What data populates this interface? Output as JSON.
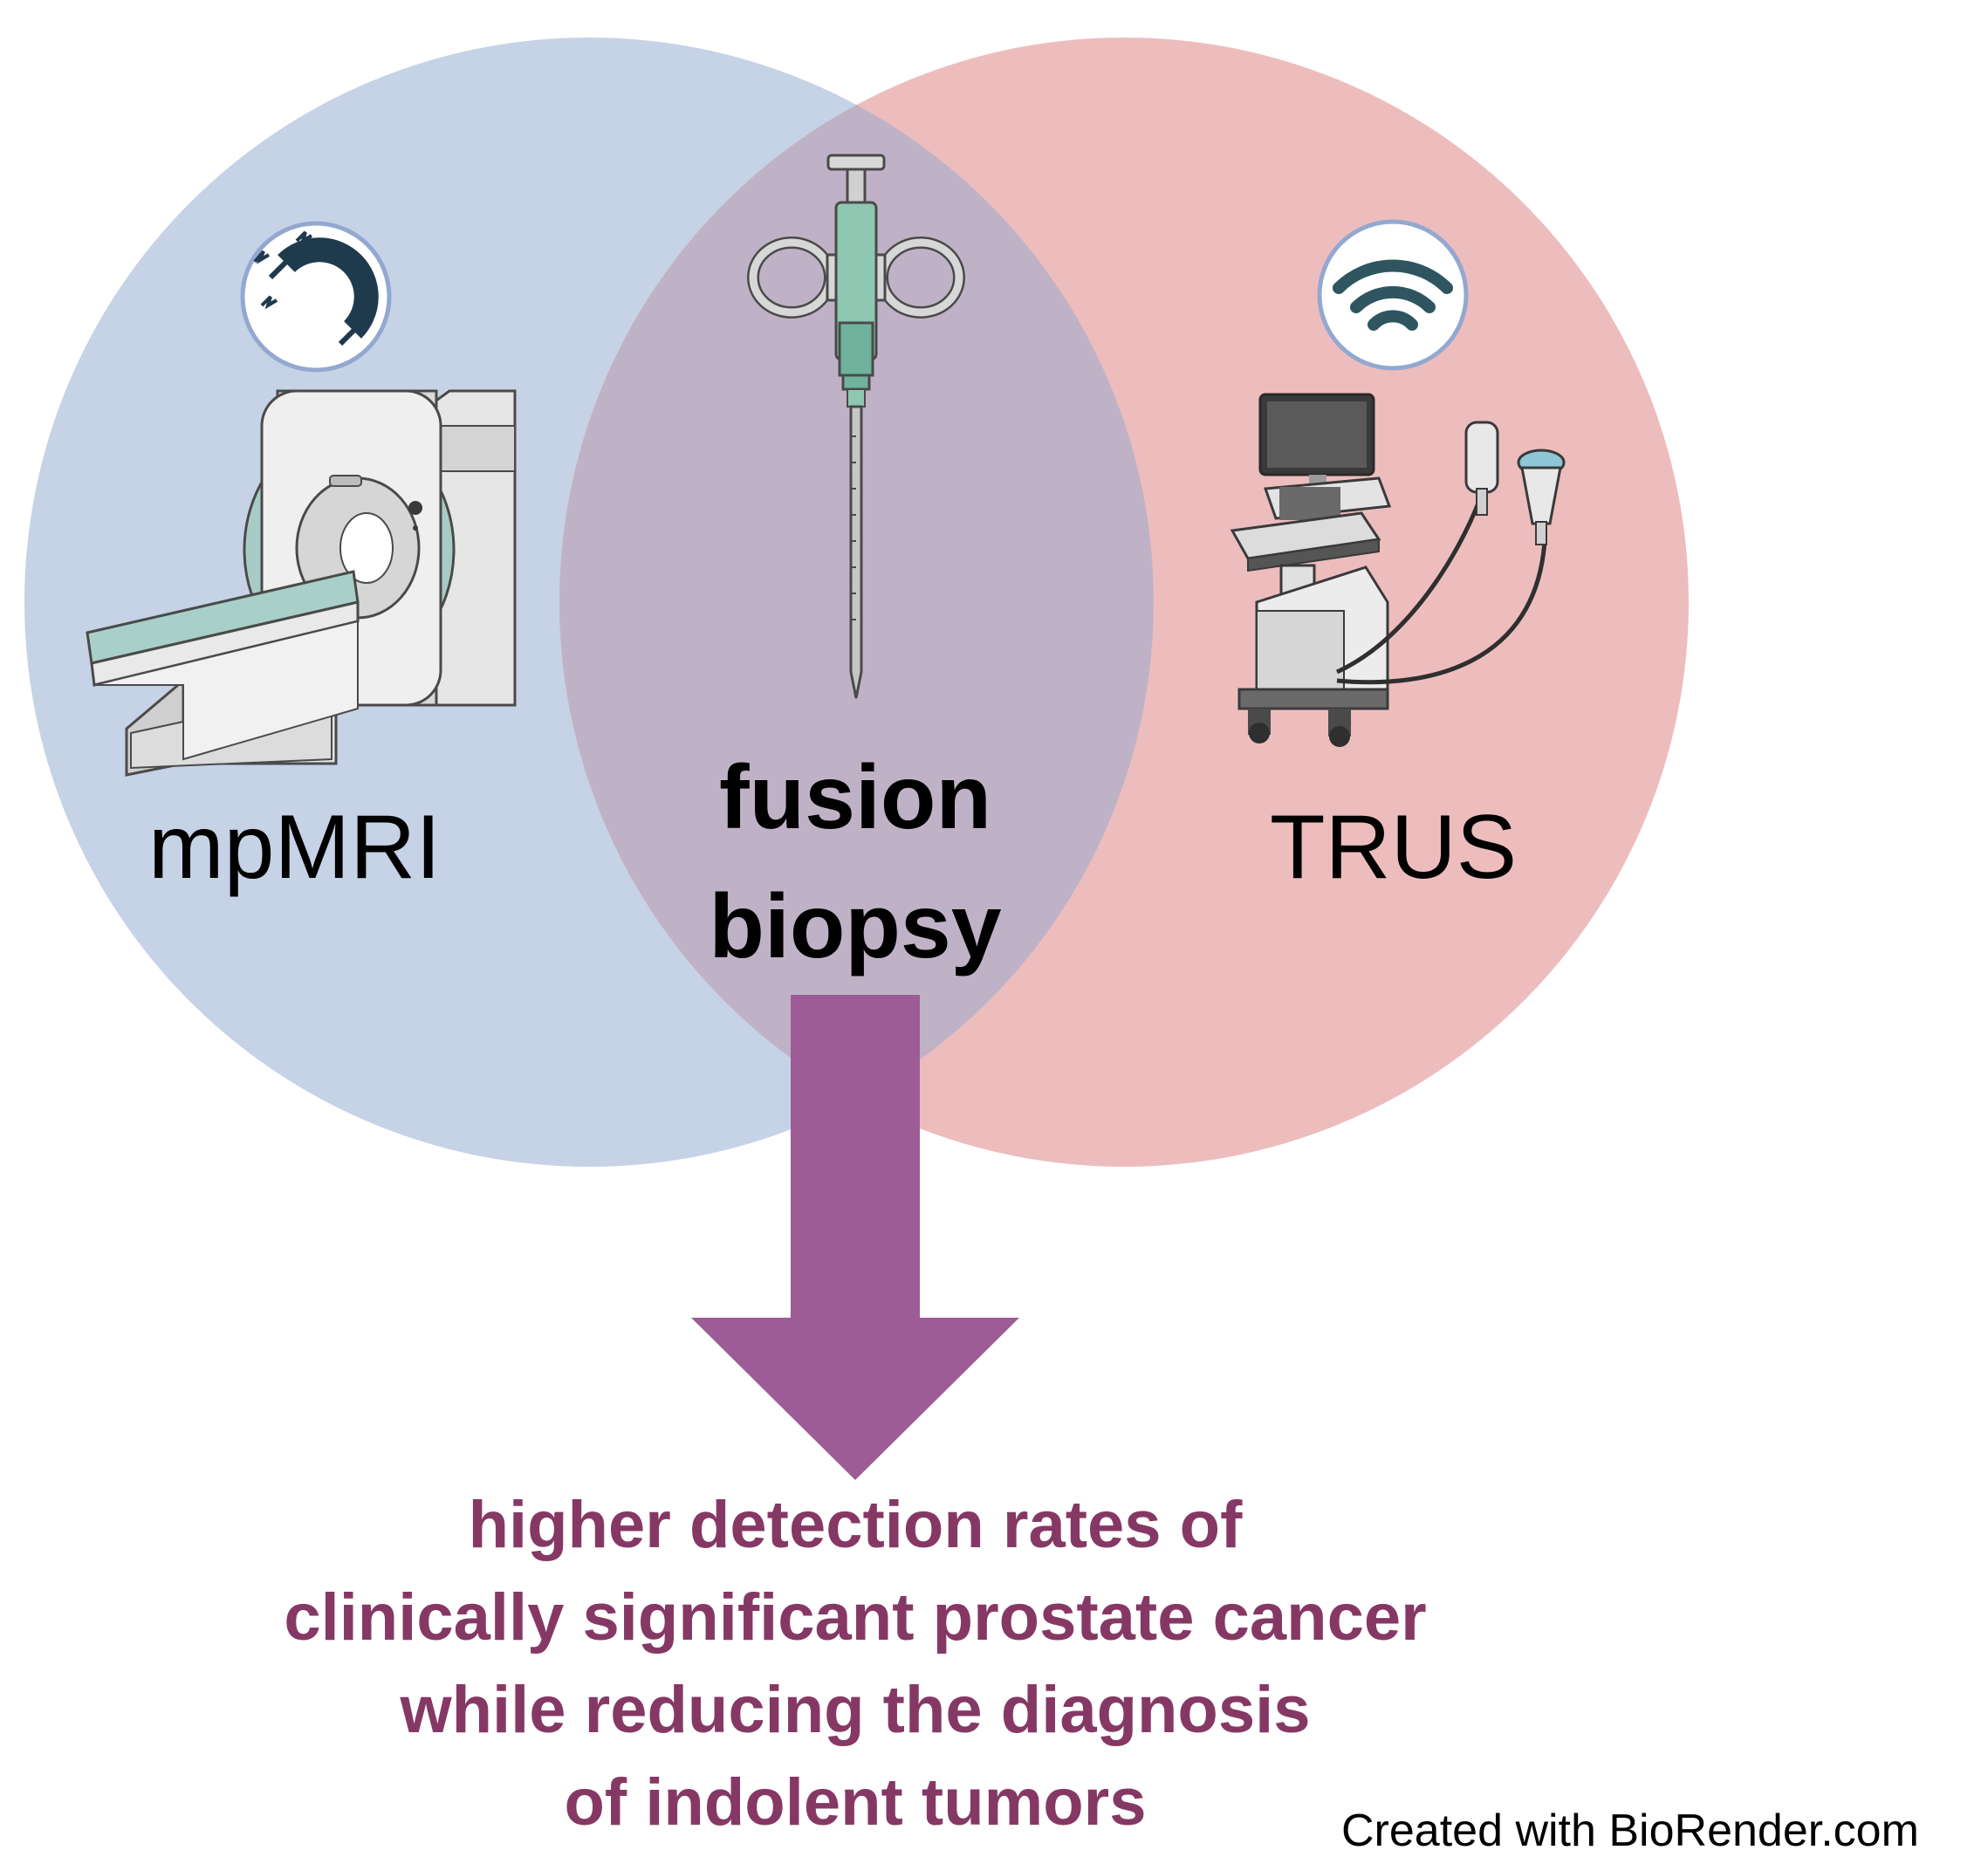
{
  "colors": {
    "mri_circle": "#c6d2e6",
    "trus_circle": "#edbdbd",
    "overlap": "#c0b2c6",
    "arrow": "#9d5c96",
    "outcome_text": "#863865",
    "icon_dark": "#1f3a4d"
  },
  "icons": {
    "mri": "magnet-icon",
    "trus": "wireless-signal-icon",
    "fusion": "biopsy-needle-icon"
  },
  "labels": {
    "mri": "mpMRI",
    "trus": "TRUS",
    "fusion_line1": "fusion",
    "fusion_line2": "biopsy"
  },
  "outcome": {
    "line1": "higher detection rates of",
    "line2": "clinically significant prostate cancer",
    "line3": "while reducing the diagnosis",
    "line4": "of indolent tumors"
  },
  "credit": "Created with BioRender.com"
}
